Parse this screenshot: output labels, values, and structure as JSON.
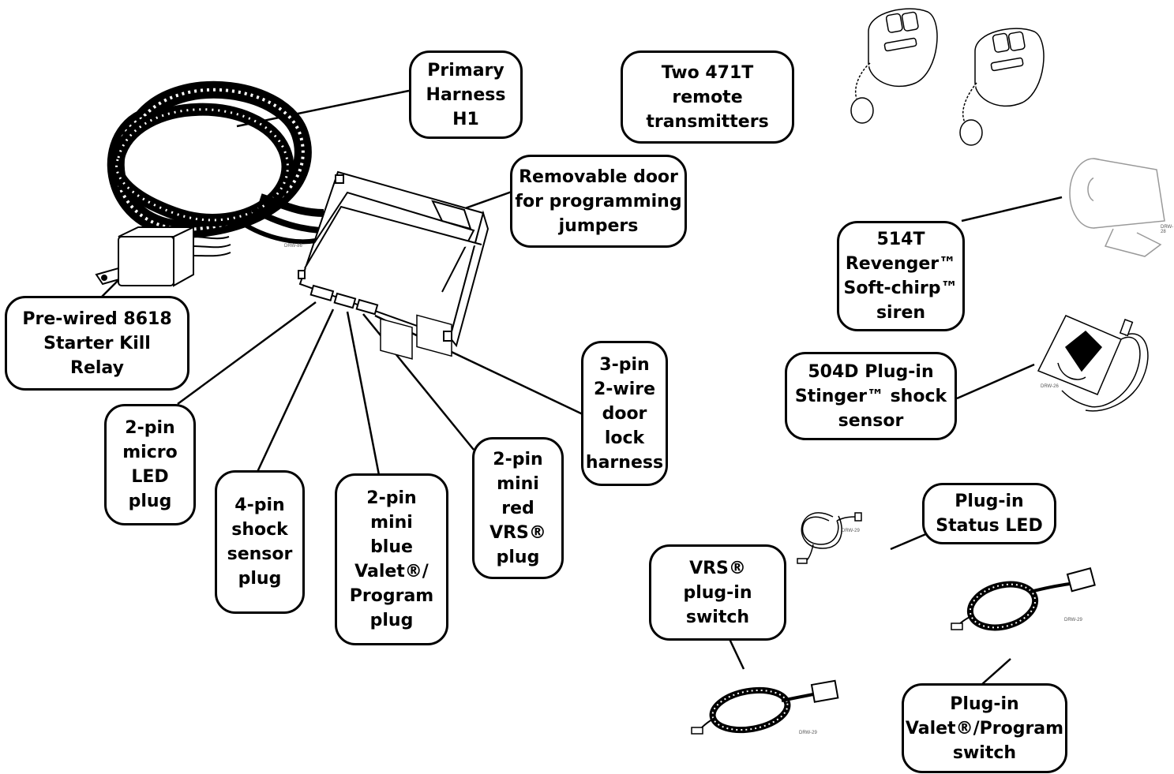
{
  "labels": {
    "primary_harness": "Primary\nHarness\nH1",
    "two_transmitters": "Two 471T\nremote\ntransmitters",
    "removable_door": "Removable door\nfor programming\njumpers",
    "siren": "514T\nRevenger™\nSoft-chirp™\nsiren",
    "relay": "Pre-wired 8618\nStarter Kill\nRelay",
    "shock_sensor": "504D Plug-in\nStinger™ shock\nsensor",
    "door_lock": "3-pin\n2-wire\ndoor\nlock\nharness",
    "micro_led": "2-pin\nmicro\nLED\nplug",
    "shock_plug": "4-pin\nshock\nsensor\nplug",
    "valet_plug": "2-pin\nmini\nblue\nValet®/\nProgram\nplug",
    "vrs_plug": "2-pin\nmini\nred\nVRS®\nplug",
    "status_led": "Plug-in\nStatus LED",
    "vrs_switch": "VRS®\nplug-in\nswitch",
    "valet_switch": "Plug-in\nValet®/Program\nswitch"
  },
  "drawing_tags": {
    "main_unit": "DRW-86",
    "siren": "DRW-28",
    "shock_sensor": "DRW-26",
    "led": "DRW-29",
    "valet_switch": "DRW-29",
    "vrs_switch": "DRW-29"
  },
  "colors": {
    "ink": "#000000",
    "paper": "#ffffff",
    "faint": "#888888"
  }
}
